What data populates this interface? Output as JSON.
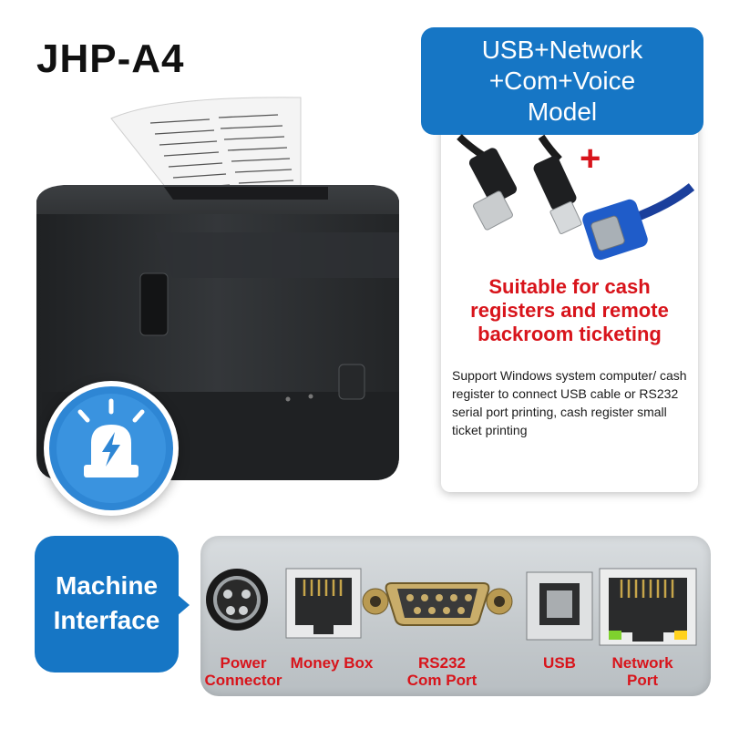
{
  "product": {
    "model": "JHP-A4"
  },
  "card": {
    "header_lines": [
      "USB+Network",
      "+Com+Voice",
      "Model"
    ],
    "plus_symbol": "+",
    "highlight_lines": [
      "Suitable for cash",
      "registers and remote",
      "backroom ticketing"
    ],
    "description": "Support Windows system computer/ cash register to connect USB cable or RS232 serial port printing, cash register small ticket printing"
  },
  "interface": {
    "label_lines": [
      "Machine",
      "Interface"
    ],
    "ports": [
      {
        "name": "power",
        "lines": [
          "Power",
          "Connector"
        ]
      },
      {
        "name": "money-box",
        "lines": [
          "Money Box"
        ]
      },
      {
        "name": "rs232",
        "lines": [
          "RS232",
          "Com Port"
        ]
      },
      {
        "name": "usb",
        "lines": [
          "USB"
        ]
      },
      {
        "name": "network",
        "lines": [
          "Network",
          "Port"
        ]
      }
    ]
  },
  "colors": {
    "accent_blue": "#1676c5",
    "highlight_red": "#d8141b",
    "printer_body": "#2b2d30"
  },
  "icons": {
    "badge": "alarm-light-icon"
  }
}
